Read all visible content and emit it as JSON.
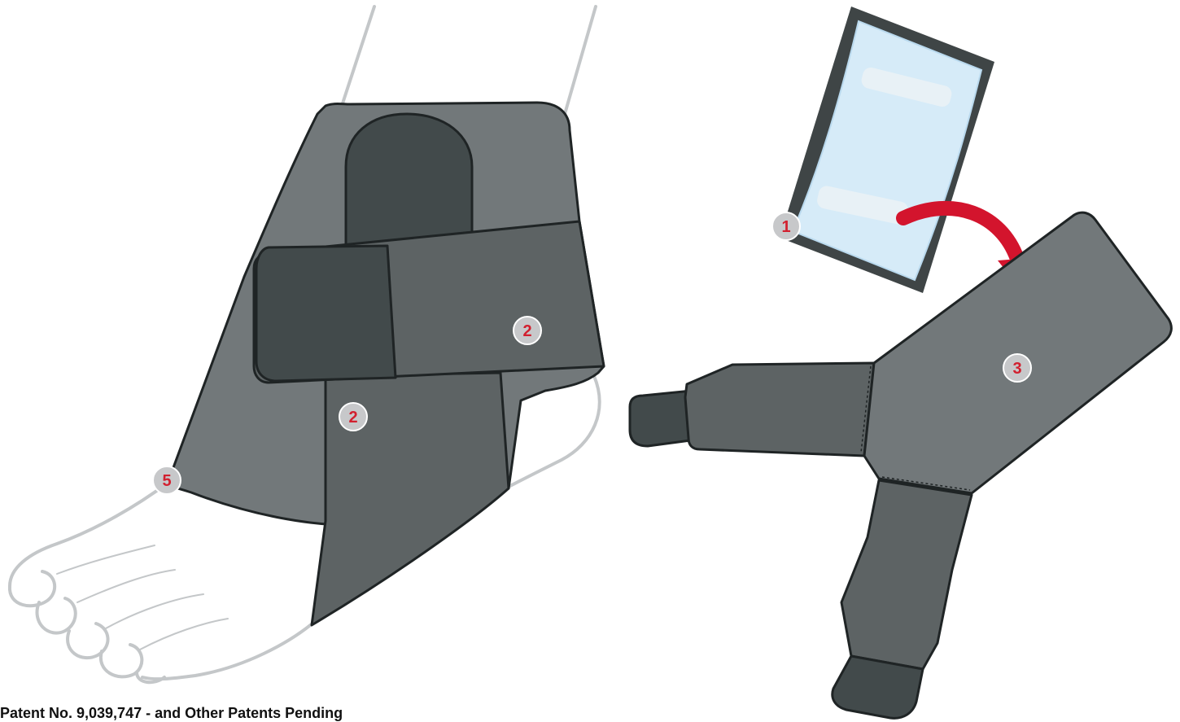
{
  "callouts": {
    "ice_pack": "1",
    "strap_front": "2",
    "strap_lower": "2",
    "brace_panel": "3",
    "toe_marker": "5"
  },
  "footer": {
    "patent_text": "Patent No. 9,039,747 - and Other Patents Pending"
  },
  "colors": {
    "brace_light": "#72787a",
    "brace_mid": "#5d6364",
    "brace_dark": "#424a4b",
    "outline": "#1f2425",
    "skin_line": "#c4c7c9",
    "arrow": "#d3142d",
    "ice_fill": "#d6ebf8",
    "callout_bg": "#c7c8ca",
    "callout_text": "#d2202f"
  },
  "icons": {
    "arrow": "curved-arrow-icon",
    "ice_pack": "ice-pack-icon"
  }
}
